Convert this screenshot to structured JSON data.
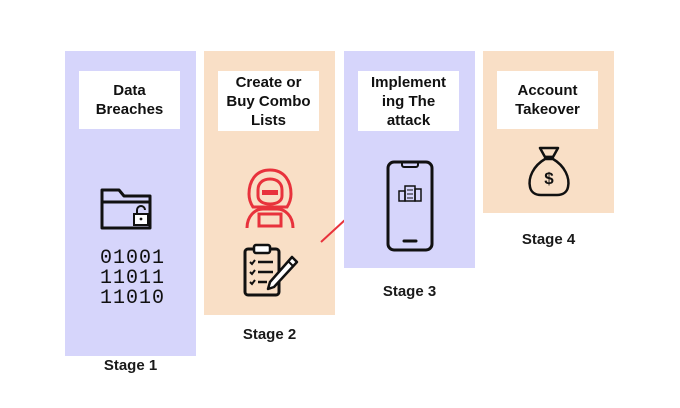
{
  "colors": {
    "lavender": "#d6d5fb",
    "peach": "#f9dfc6",
    "hacker_red": "#e8323c",
    "arrow": "#e8323c",
    "ink": "#111111"
  },
  "stages": [
    {
      "title_lines": [
        "Data",
        "Breaches"
      ],
      "label": "Stage 1",
      "color": "lavender",
      "icons": [
        "folder-lock-icon",
        "binary-code-icon"
      ]
    },
    {
      "title_lines": [
        "Create or",
        "Buy Combo",
        "Lists"
      ],
      "label": "Stage 2",
      "color": "peach",
      "icons": [
        "hacker-icon",
        "clipboard-list-icon"
      ]
    },
    {
      "title_lines": [
        "Implement",
        "ing The",
        "attack"
      ],
      "label": "Stage 3",
      "color": "lavender",
      "icons": [
        "smartphone-icon"
      ]
    },
    {
      "title_lines": [
        "Account",
        "Takeover"
      ],
      "label": "Stage 4",
      "color": "peach",
      "icons": [
        "money-bag-icon"
      ]
    }
  ],
  "binary_lines": [
    "01001",
    "11011",
    "11010"
  ],
  "connector": "arrow-icon"
}
